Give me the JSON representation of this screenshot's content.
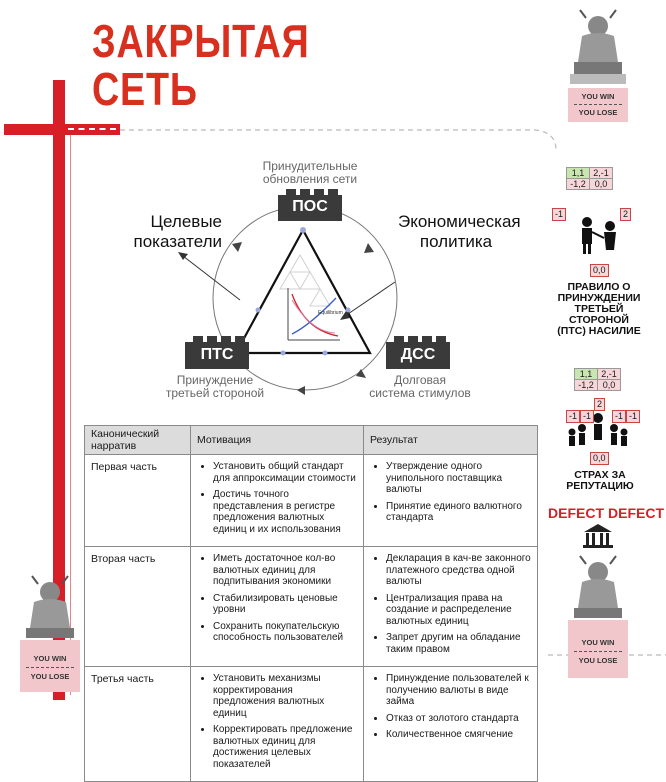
{
  "title": {
    "line1": "ЗАКРЫТАЯ",
    "line2": "СЕТЬ"
  },
  "diagram": {
    "top_node": {
      "label": "ПОС",
      "caption_1": "Принудительные",
      "caption_2": "обновления сети"
    },
    "left_node": {
      "label": "ПТС",
      "caption_1": "Принуждение",
      "caption_2": "третьей стороной"
    },
    "right_node": {
      "label": "ДСС",
      "caption_1": "Долговая",
      "caption_2": "система стимулов"
    },
    "left_outer": {
      "line1": "Целевые",
      "line2": "показатели"
    },
    "right_outer": {
      "line1": "Экономическая",
      "line2": "политика"
    },
    "chart_caption": "Equilibrium"
  },
  "table": {
    "headers": [
      "Канонический нарратив",
      "Мотивация",
      "Результат"
    ],
    "rows": [
      {
        "part": "Первая часть",
        "motivation": [
          "Установить общий стандарт для аппроксимации стоимости",
          "Достичь точного представления в регистре предложения валютных единиц и их использования"
        ],
        "result": [
          "Утверждение одного унипольного поставщика валюты",
          "Принятие единого валютного стандарта"
        ]
      },
      {
        "part": "Вторая часть",
        "motivation": [
          "Иметь достаточное кол-во валютных единиц для подпитывания экономики",
          "Стабилизировать ценовые уровни",
          "Сохранить покупательскую способность пользователей"
        ],
        "result": [
          "Декларация в кач-ве законного платежного средства одной валюты",
          "Централизация права на создание и распределение валютных единиц",
          "Запрет другим на обладание таким правом"
        ]
      },
      {
        "part": "Третья часть",
        "motivation": [
          "Установить механизмы корректирования предложения валютных единиц",
          "Корректировать предложение валютных единиц для достижения целевых показателей"
        ],
        "result": [
          "Принуждение пользователей к получению валюты в виде займа",
          "Отказ от золотого стандарта",
          "Количественное смягчение"
        ]
      }
    ]
  },
  "sidebar": {
    "you_win": "YOU WIN",
    "you_lose": "YOU LOSE",
    "matrix1": [
      [
        "1,1",
        "2,-1"
      ],
      [
        "-1,2",
        "0,0"
      ]
    ],
    "matrix2": [
      [
        "1,1",
        "2,-1"
      ],
      [
        "-1,2",
        "0,0"
      ]
    ],
    "payoff_left": "-1",
    "payoff_right": "2",
    "payoff_zero": "0,0",
    "payoff_zero2": "0,0",
    "rule_text": "ПРАВИЛО О ПРИНУЖДЕНИИ ТРЕТЬЕЙ СТОРОНОЙ (ПТС) НАСИЛИЕ",
    "fear_text": "СТРАХ ЗА РЕПУТАЦИЮ",
    "crowd_top": "2",
    "crowd_left1": "-1",
    "crowd_left2": "-1",
    "crowd_right1": "-1",
    "crowd_right2": "-1",
    "defect_left": "DEFECT",
    "defect_right": "DEFECT"
  },
  "colors": {
    "accent": "#d61f26",
    "brick": "#3a3a3a",
    "game_green": "#c9e6b0",
    "game_pink": "#f6d6d8"
  }
}
